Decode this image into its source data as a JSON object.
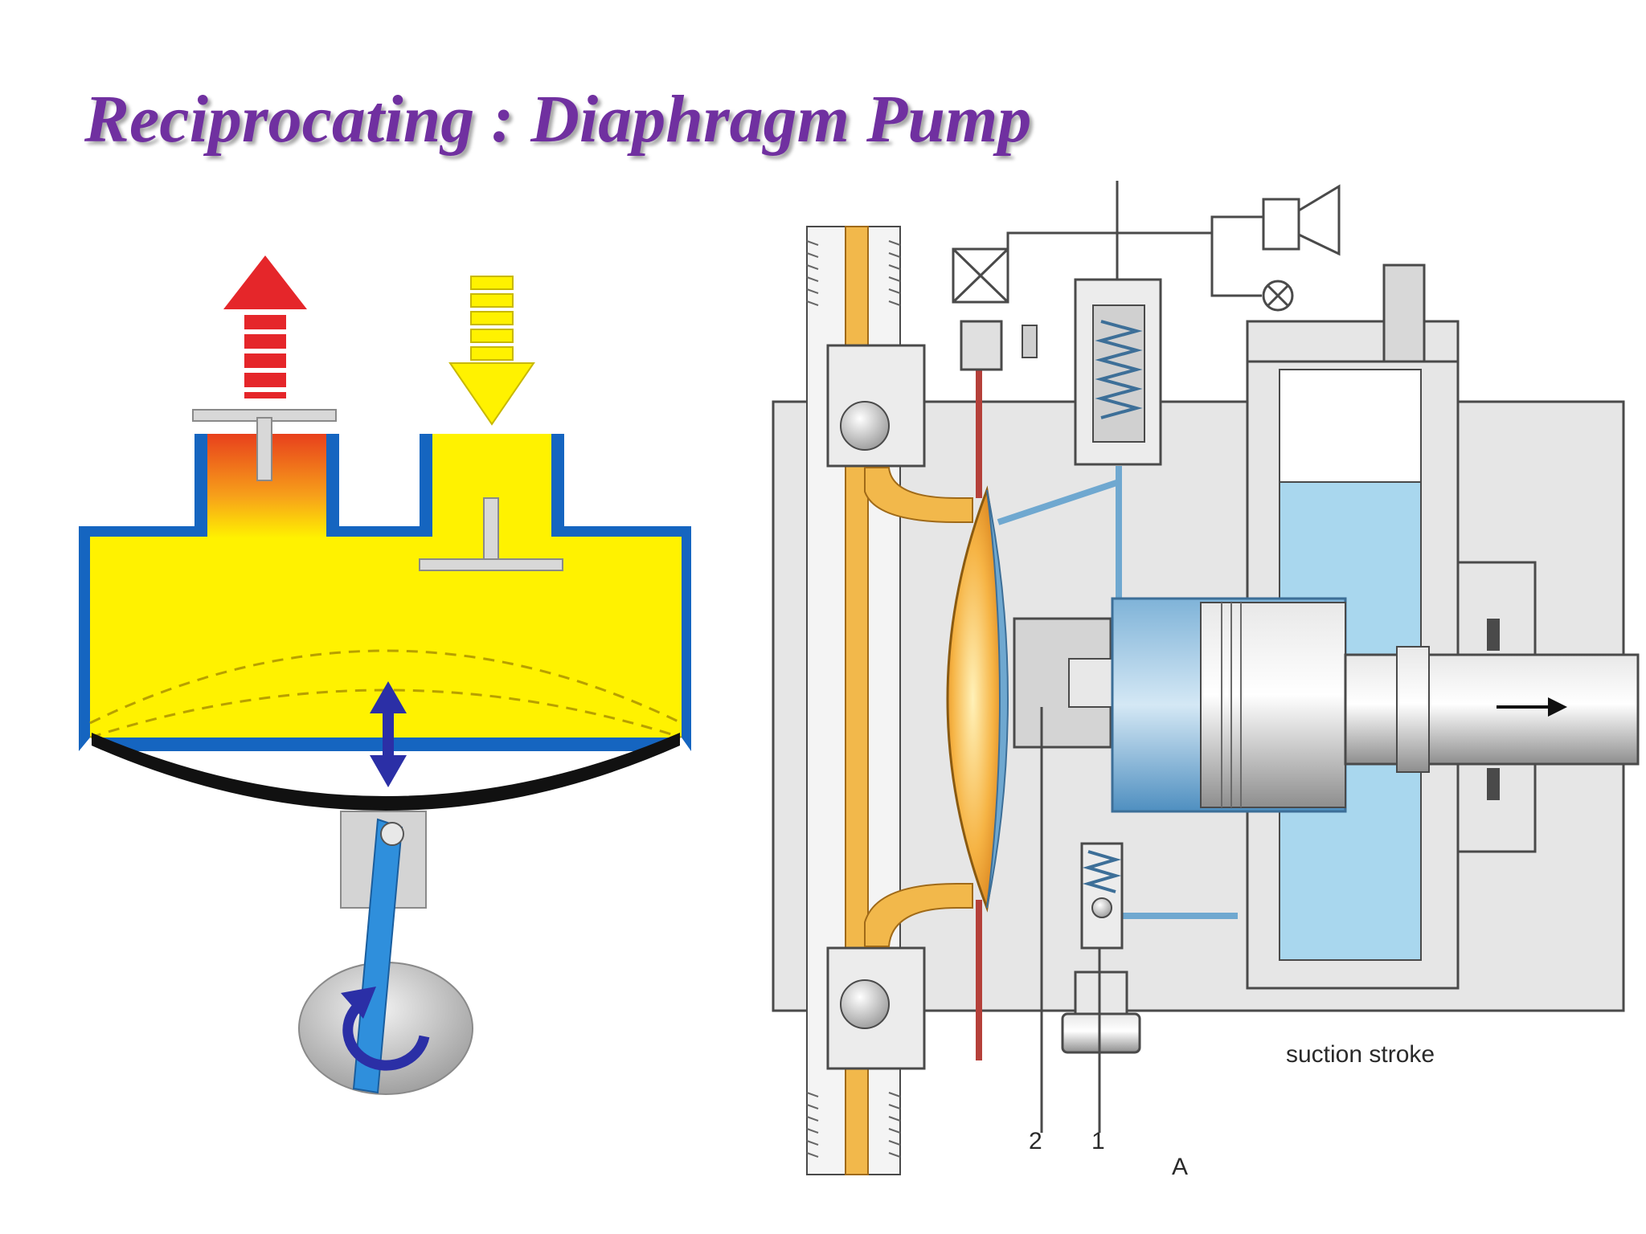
{
  "slide": {
    "title": "Reciprocating : Diaphragm Pump"
  },
  "diagram": {
    "caption": "suction stroke",
    "label_2": "2",
    "label_1": "1",
    "label_a": "A"
  },
  "colors": {
    "title": "#7030a0",
    "fluid": "#fff200",
    "discharge_arrow": "#e5262a",
    "suction_arrow": "#fff200",
    "hydraulic_oil": "#a9d7ee",
    "process_fluid": "#f2b84b",
    "wall": "#1565c0"
  },
  "icons": [
    "discharge-arrow-icon",
    "suction-arrow-icon",
    "double-arrow-icon",
    "rotation-arrow-icon",
    "stroke-direction-arrow-icon"
  ]
}
